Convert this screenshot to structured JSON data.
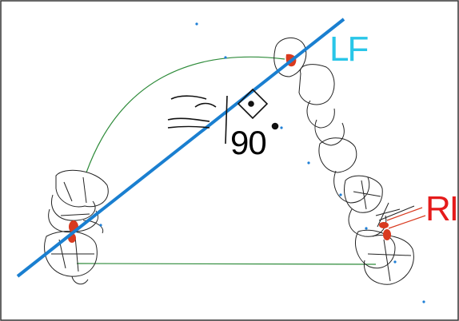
{
  "labels": {
    "landmark_top": "LF",
    "landmark_right": "RI",
    "angle": "90"
  },
  "colors": {
    "line": "#1a7fd0",
    "label_top": "#29c6e8",
    "label_right": "#e51b1b",
    "arch": "#2e8b3a",
    "contact_spots": "#d93a1f",
    "dots": "#1f7fd6",
    "outline": "#222222",
    "frame": "#333333"
  }
}
